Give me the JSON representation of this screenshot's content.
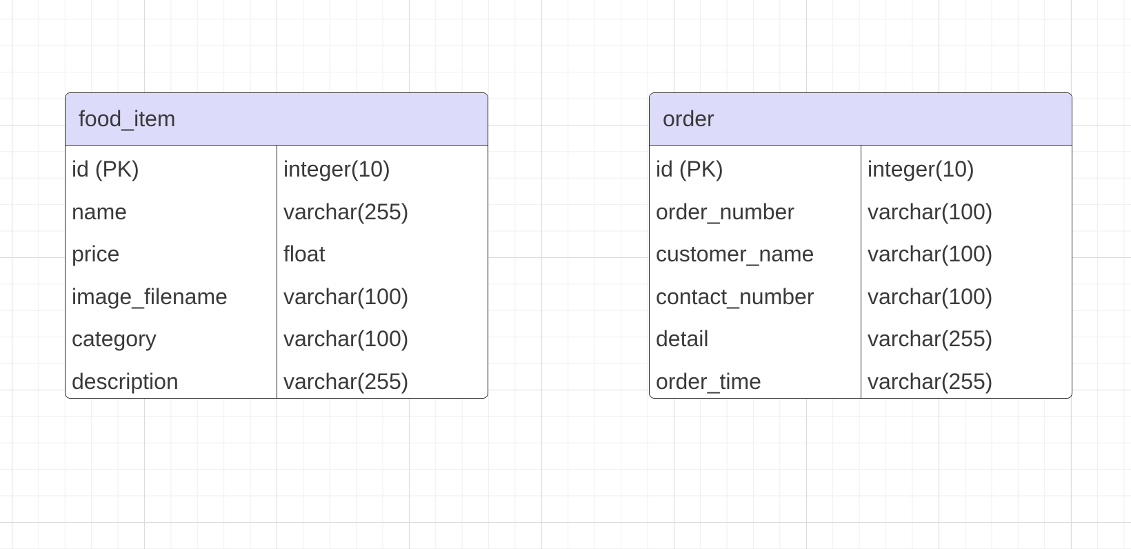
{
  "colors": {
    "header_fill": "#dcdcfa",
    "border": "#2b2b2b",
    "text": "#3a3a3a",
    "grid": "#dcdcdc"
  },
  "entities": [
    {
      "title": "food_item",
      "fields": [
        {
          "name": "id (PK)",
          "type": "integer(10)"
        },
        {
          "name": "name",
          "type": "varchar(255)"
        },
        {
          "name": "price",
          "type": "float"
        },
        {
          "name": "image_filename",
          "type": "varchar(100)"
        },
        {
          "name": "category",
          "type": "varchar(100)"
        },
        {
          "name": "description",
          "type": "varchar(255)"
        }
      ]
    },
    {
      "title": "order",
      "fields": [
        {
          "name": "id (PK)",
          "type": "integer(10)"
        },
        {
          "name": "order_number",
          "type": "varchar(100)"
        },
        {
          "name": "customer_name",
          "type": "varchar(100)"
        },
        {
          "name": "contact_number",
          "type": "varchar(100)"
        },
        {
          "name": "detail",
          "type": "varchar(255)"
        },
        {
          "name": "order_time",
          "type": "varchar(255)"
        }
      ]
    }
  ]
}
